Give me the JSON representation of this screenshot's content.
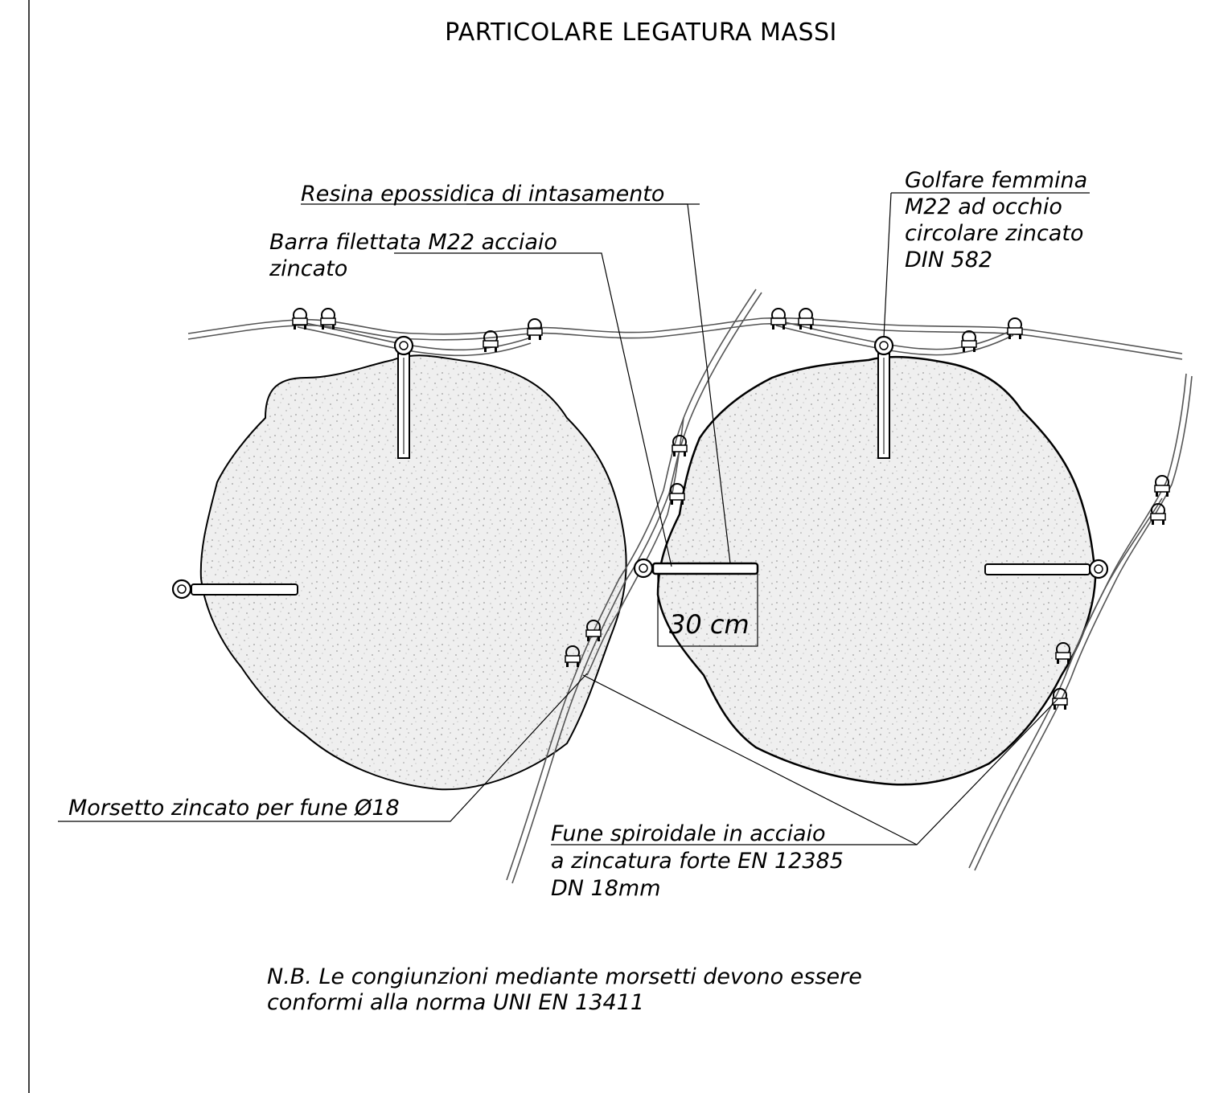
{
  "title": "PARTICOLARE LEGATURA MASSI",
  "labels": {
    "resina": "Resina epossidica di intasamento",
    "barra_1": "Barra filettata M22 acciaio",
    "barra_2": "zincato",
    "golfare_1": "Golfare femmina",
    "golfare_2": "M22 ad occhio",
    "golfare_3": "circolare zincato",
    "golfare_4": "DIN 582",
    "morsetto": "Morsetto zincato per fune Ø18",
    "fune_1": "Fune spiroidale in acciaio",
    "fune_2": "a zincatura forte EN 12385",
    "fune_3": "DN 18mm"
  },
  "dimension": "30 cm",
  "note": {
    "line1": "N.B. Le congiunzioni mediante morsetti devono essere",
    "line2": "conformi alla norma UNI EN 13411"
  },
  "colors": {
    "ink": "#000000",
    "rock_fill": "#eeeeee",
    "rock_speckle": "#9a9a9a",
    "rope": "#777777"
  }
}
